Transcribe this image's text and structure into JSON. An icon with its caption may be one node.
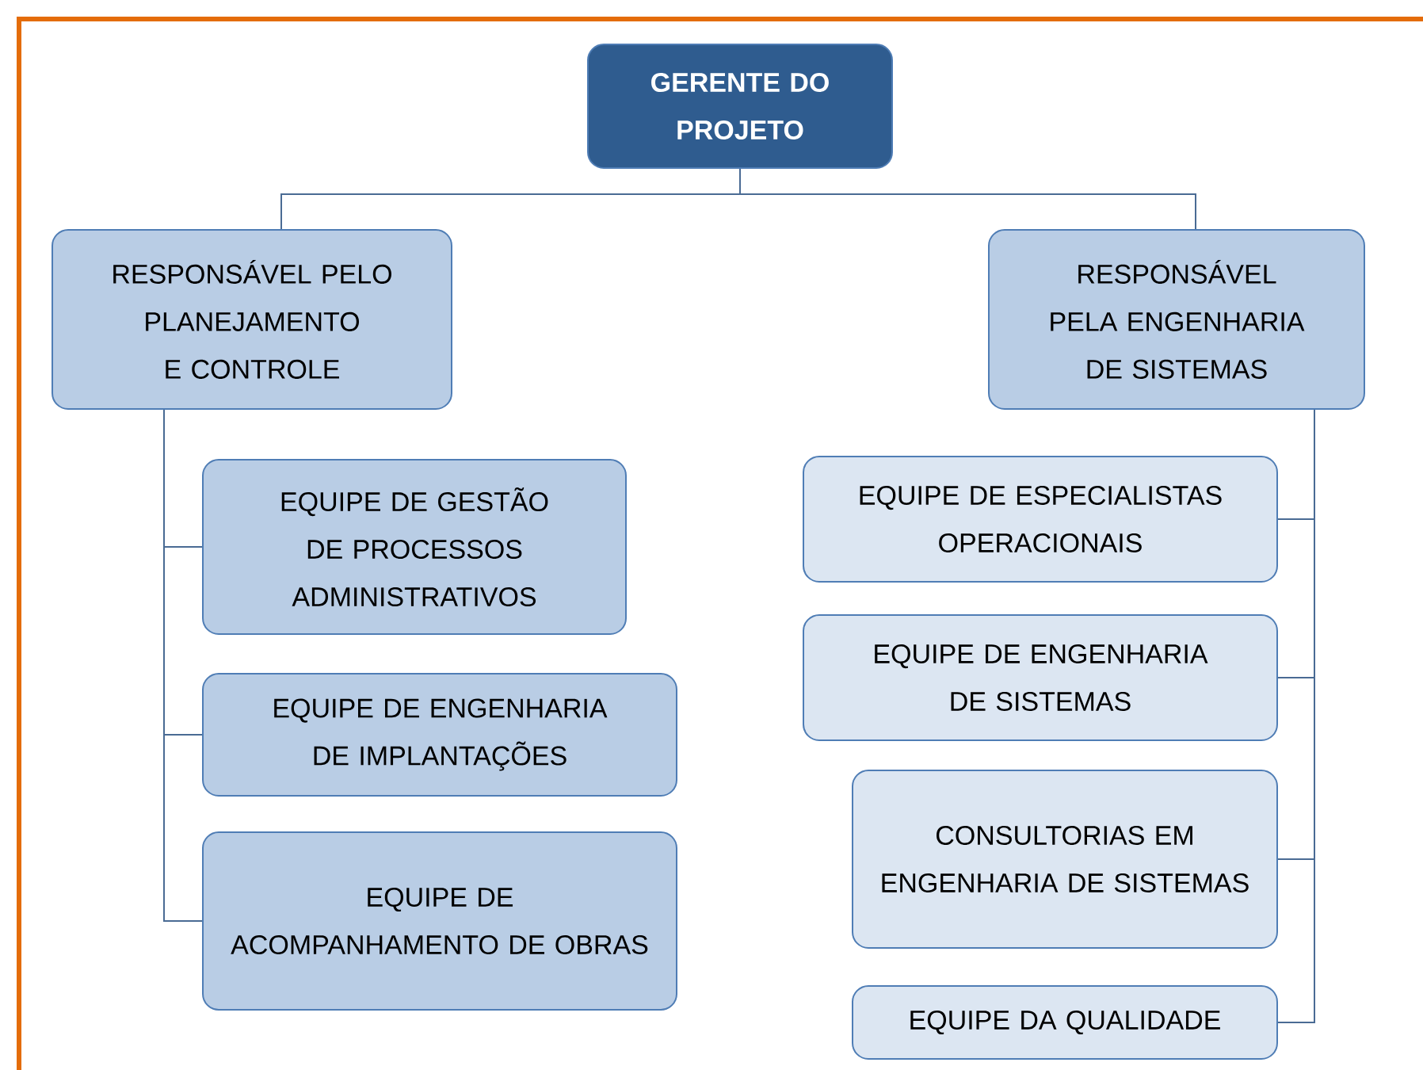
{
  "diagram": {
    "nodes": [
      {
        "text": [
          "GERENTE DO PROJETO"
        ]
      },
      {
        "text": [
          "RESPONSÁVEL PELO PLANEJAMENTO E CONTROLE"
        ]
      },
      {
        "text": [
          "RESPONSÁVEL PELA ENGENHARIA DE SISTEMAS"
        ]
      },
      {
        "text": [
          "EQUIPE DE GESTÃO DE PROCESSOS ADMINISTRATIVOS"
        ]
      },
      {
        "text": [
          "EQUIPE DE ENGENHARIA DE IMPLANTAÇÕES"
        ]
      },
      {
        "text": [
          "EQUIPE DE ACOMPANHAMENTO DE OBRAS"
        ]
      },
      {
        "text": [
          "EQUIPE DE ESPECIALISTAS OPERACIONAIS"
        ]
      },
      {
        "text": [
          "EQUIPE DE ENGENHARIA DE SISTEMAS"
        ]
      },
      {
        "text": [
          "CONSULTORIAS EM ENGENHARIA DE SISTEMAS"
        ]
      },
      {
        "text": [
          "EQUIPE DA QUALIDADE"
        ]
      }
    ],
    "edges": [
      {
        "from": 0,
        "to": 1,
        "arrow": "none"
      },
      {
        "from": 0,
        "to": 2,
        "arrow": "none"
      },
      {
        "from": 1,
        "to": 3,
        "arrow": "none"
      },
      {
        "from": 1,
        "to": 4,
        "arrow": "none"
      },
      {
        "from": 1,
        "to": 5,
        "arrow": "none"
      },
      {
        "from": 2,
        "to": 6,
        "arrow": "none"
      },
      {
        "from": 2,
        "to": 7,
        "arrow": "none"
      },
      {
        "from": 2,
        "to": 8,
        "arrow": "none"
      },
      {
        "from": 2,
        "to": 9,
        "arrow": "none"
      }
    ]
  }
}
